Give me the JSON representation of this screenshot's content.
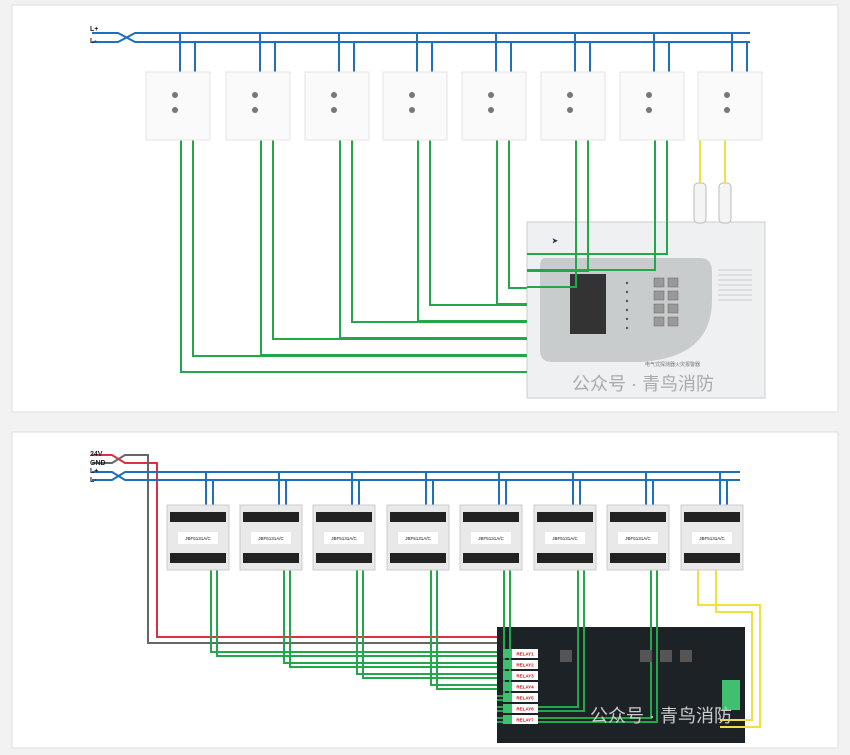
{
  "top_diagram": {
    "bus_labels": [
      "L+",
      "L-"
    ],
    "detector_count": 8,
    "controller_name": "电气式探测器火灾报警器",
    "watermark": "公众号 · 青鸟消防"
  },
  "bottom_diagram": {
    "bus_labels": [
      "24V",
      "GND",
      "L+",
      "L-"
    ],
    "module_label": "JBF5131A/C",
    "module_count": 8,
    "board_relays": [
      "RELAY1",
      "RELAY2",
      "RELAY3",
      "RELAY4",
      "RELAY5",
      "RELAY6",
      "RELAY7"
    ],
    "watermark": "公众号 · 青鸟消防"
  },
  "colors": {
    "bus": "#1e6fc0",
    "signal": "#22a84a",
    "power": "#e03040",
    "gnd": "#666666",
    "aux": "#f2e040"
  }
}
